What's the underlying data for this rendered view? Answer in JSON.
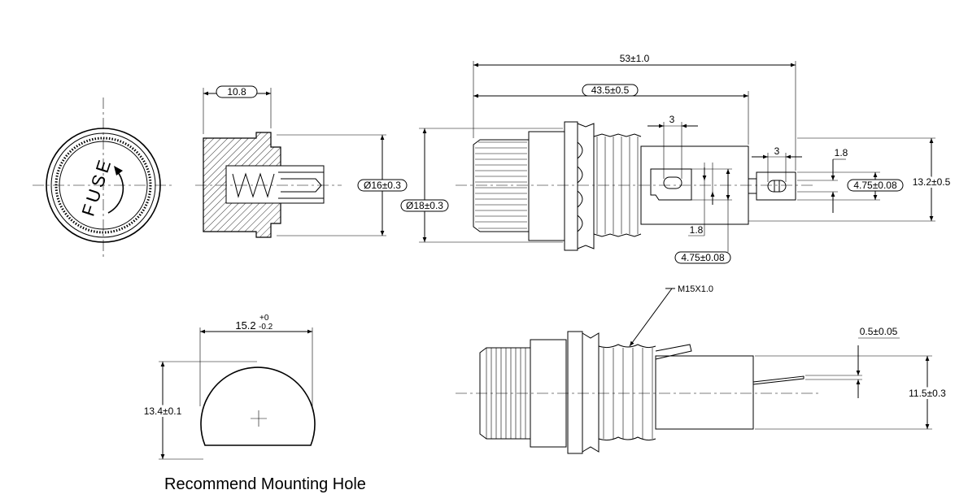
{
  "dimensions": {
    "cap_width": "10.8",
    "cap_diameter": "Ø16±0.3",
    "nut_diameter": "Ø18±0.3",
    "total_length": "53±1.0",
    "body_length": "43.5±0.5",
    "tab_slot_top": "3",
    "tab_slot_right": "3",
    "tab_width_right": "1.8",
    "tab_width_bottom": "1.8",
    "tab_height_right": "4.75±0.08",
    "tab_height_bottom": "4.75±0.08",
    "tab_span": "13.2±0.5",
    "thread": "M15X1.0",
    "tab_thickness": "0.5±0.05",
    "body_height": "11.5±0.3",
    "hole_width": "15.2",
    "hole_width_tol_upper": "+0",
    "hole_width_tol_lower": "-0.2",
    "hole_height": "13.4±0.1"
  },
  "cap_text": "FUSE",
  "caption": "Recommend Mounting Hole"
}
